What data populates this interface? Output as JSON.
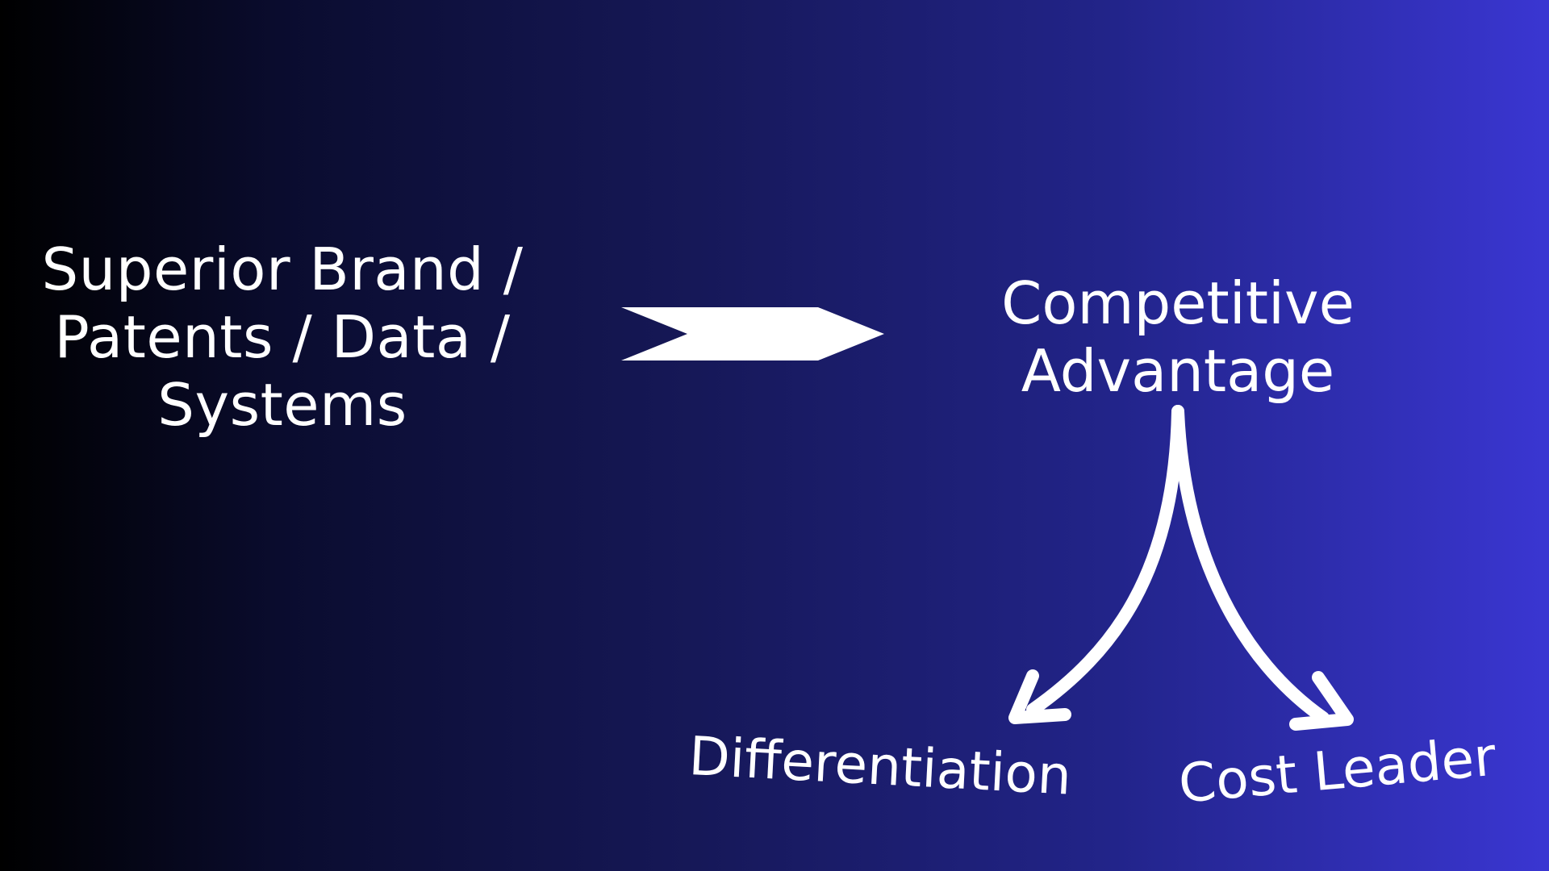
{
  "source": {
    "lines": [
      "Superior Brand /",
      "Patents / Data /",
      "Systems"
    ]
  },
  "target": {
    "lines": [
      "Competitive",
      "Advantage"
    ]
  },
  "outcomes": {
    "left": "Differentiation",
    "right": "Cost Leader"
  },
  "colors": {
    "text": "#ffffff",
    "gradient_start": "#000000",
    "gradient_end": "#3a36d2"
  },
  "icons": {
    "connector": "chevron-arrow-icon",
    "branches": "split-arrows-icon"
  }
}
